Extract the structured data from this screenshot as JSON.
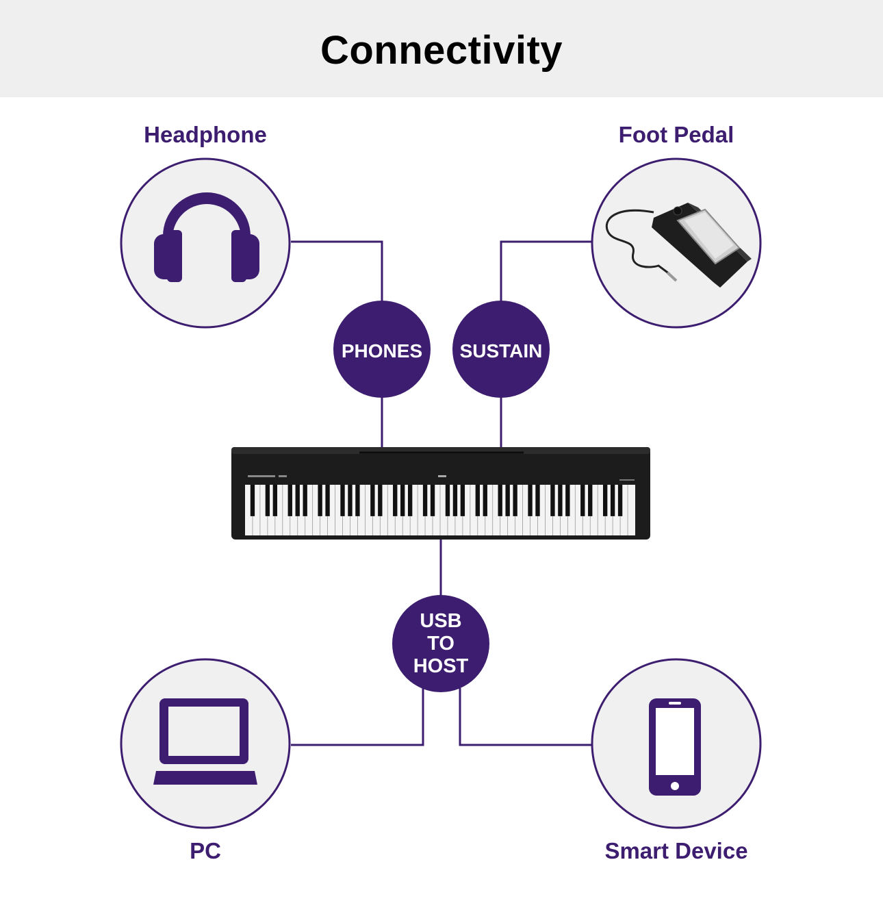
{
  "title": "Connectivity",
  "colors": {
    "accent": "#3d1d6f",
    "circle_fill": "#f0f0f0",
    "header_bg": "#efefef",
    "piano_body": "#1c1c1c"
  },
  "devices": {
    "headphone": {
      "label": "Headphone",
      "icon": "headphones-icon"
    },
    "foot_pedal": {
      "label": "Foot Pedal",
      "icon": "sustain-pedal-image"
    },
    "pc": {
      "label": "PC",
      "icon": "laptop-icon"
    },
    "smart_device": {
      "label": "Smart Device",
      "icon": "smartphone-icon"
    }
  },
  "ports": {
    "phones": {
      "label": "PHONES"
    },
    "sustain": {
      "label": "SUSTAIN"
    },
    "usb": {
      "line1": "USB",
      "line2": "TO",
      "line3": "HOST"
    }
  },
  "piano": {
    "icon": "digital-piano-image"
  }
}
